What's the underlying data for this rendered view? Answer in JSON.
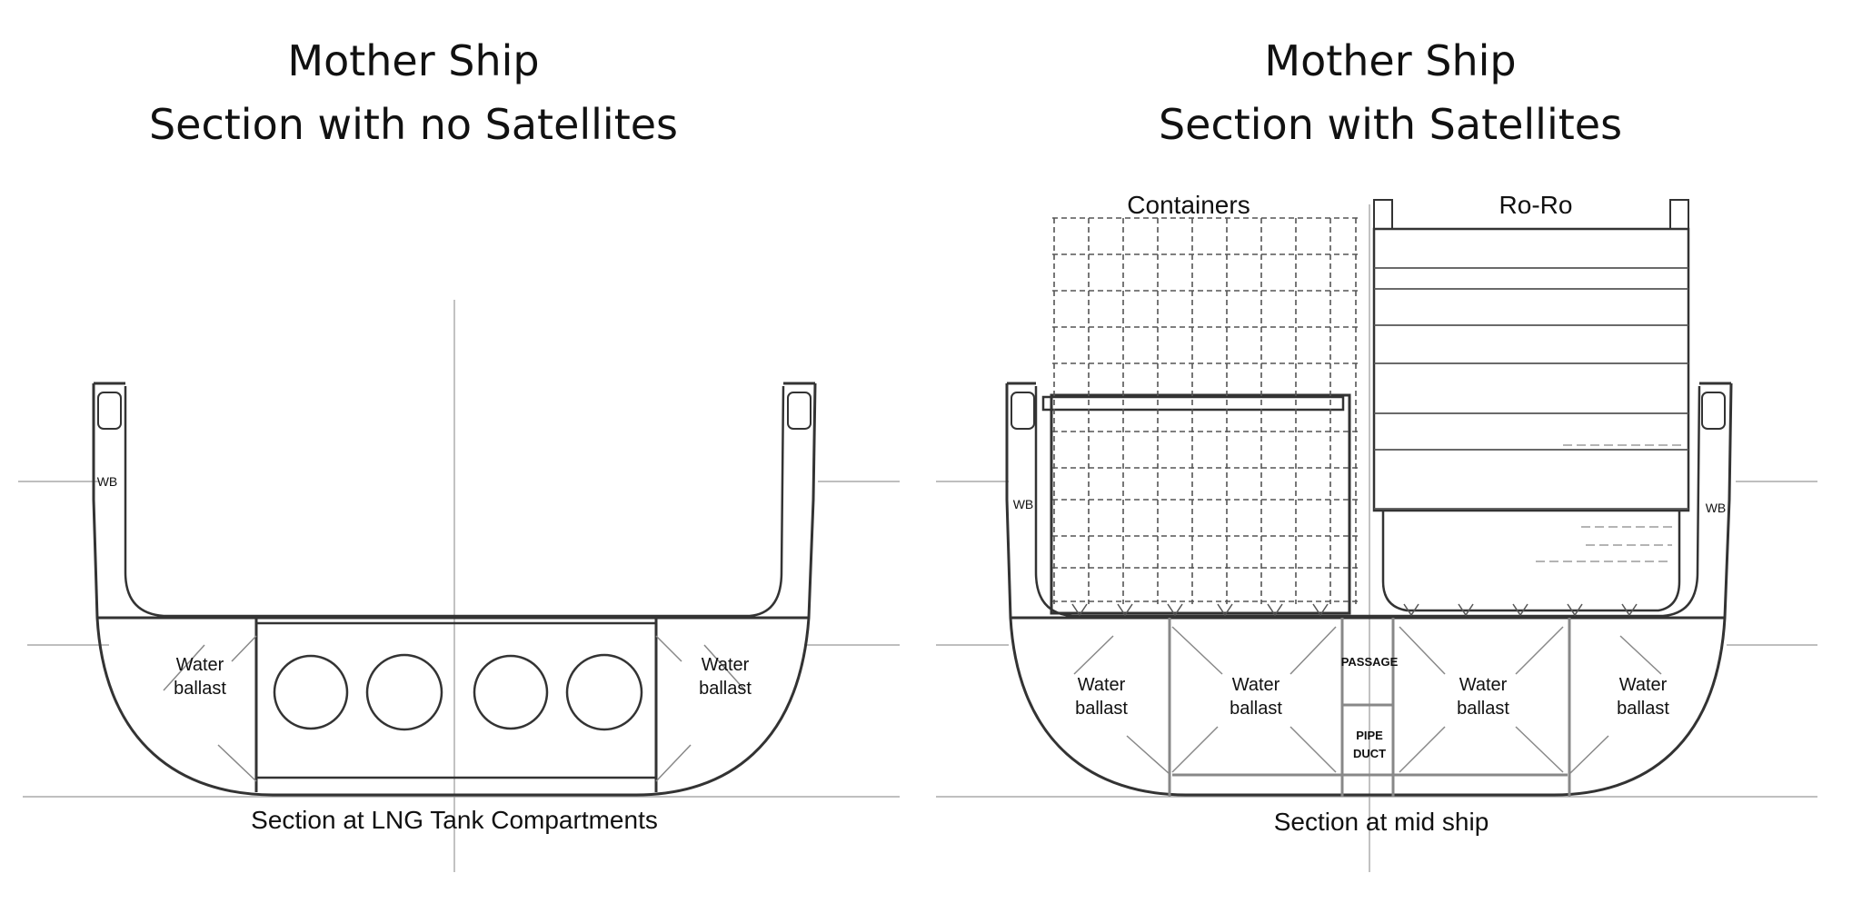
{
  "left": {
    "title_line1": "Mother Ship",
    "title_line2": "Section with no Satellites",
    "wb": "WB",
    "wb_left_l1": "Water",
    "wb_left_l2": "ballast",
    "wb_right_l1": "Water",
    "wb_right_l2": "ballast",
    "caption": "Section  at  LNG Tank  Compartments"
  },
  "right": {
    "title_line1": "Mother Ship",
    "title_line2": "Section with Satellites",
    "containers": "Containers",
    "roro": "Ro-Ro",
    "wb_left": "WB",
    "wb_right": "WB",
    "ballast": [
      {
        "l1": "Water",
        "l2": "ballast"
      },
      {
        "l1": "Water",
        "l2": "ballast"
      },
      {
        "l1": "Water",
        "l2": "ballast"
      },
      {
        "l1": "Water",
        "l2": "ballast"
      }
    ],
    "passage": "PASSAGE",
    "pipe_l1": "PIPE",
    "pipe_l2": "DUCT",
    "caption": "Section  at  mid ship"
  }
}
